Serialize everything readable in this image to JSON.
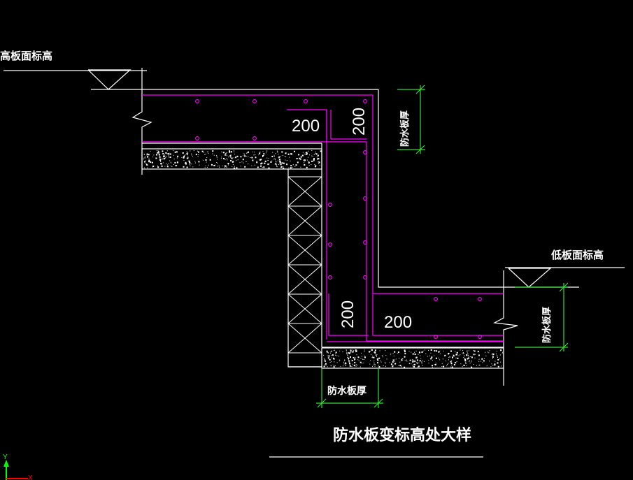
{
  "drawing": {
    "title": "防水板变标高处大样",
    "high_level_label": "高板面标高",
    "low_level_label": "低板面标高",
    "thickness_label_top": "防水板厚",
    "thickness_label_right": "防水板厚",
    "thickness_label_bottom": "防水板厚",
    "dim_top_horizontal": "200",
    "dim_top_vertical": "200",
    "dim_bottom_horizontal": "200",
    "dim_bottom_vertical": "200",
    "ucs_y": "Y",
    "ucs_x": "X"
  },
  "colors": {
    "background": "#000000",
    "outline": "#ffffff",
    "rebar": "#ff00ff",
    "dimension": "#33dd33",
    "ucs_y": "#00ff00",
    "ucs_x": "#ff0000"
  }
}
